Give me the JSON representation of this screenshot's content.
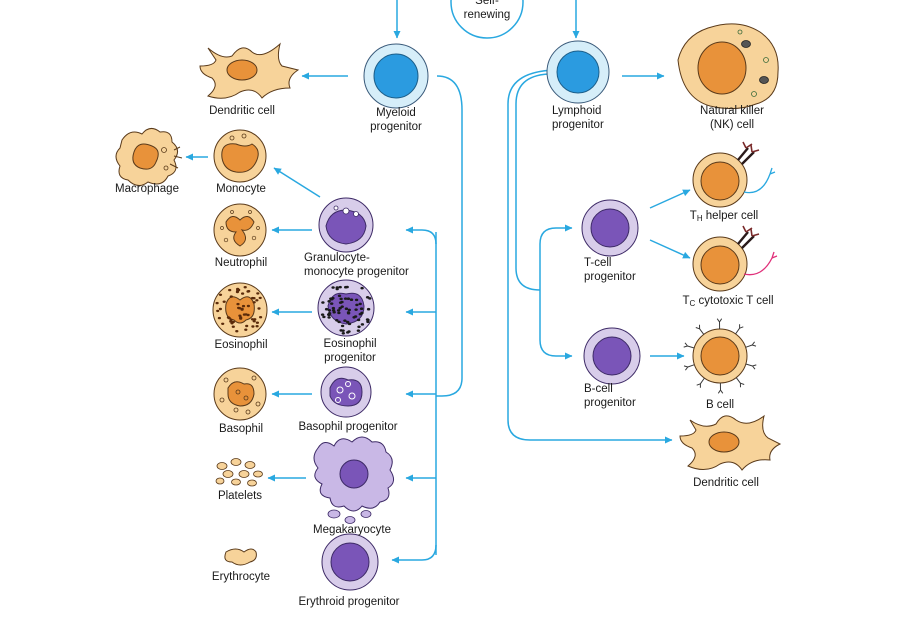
{
  "labels": {
    "self_renewing_line1": "Self-",
    "self_renewing_line2": "renewing",
    "dendritic_cell_myeloid": "Dendritic cell",
    "myeloid_progenitor_line1": "Myeloid",
    "myeloid_progenitor_line2": "progenitor",
    "macrophage": "Macrophage",
    "monocyte": "Monocyte",
    "neutrophil": "Neutrophil",
    "gm_progenitor_line1": "Granulocyte-",
    "gm_progenitor_line2": "monocyte progenitor",
    "eosinophil": "Eosinophil",
    "eosinophil_progenitor_line1": "Eosinophil",
    "eosinophil_progenitor_line2": "progenitor",
    "basophil": "Basophil",
    "basophil_progenitor": "Basophil progenitor",
    "platelets": "Platelets",
    "megakaryocyte": "Megakaryocyte",
    "erythrocyte": "Erythrocyte",
    "erythroid_progenitor": "Erythroid progenitor",
    "lymphoid_progenitor_line1": "Lymphoid",
    "lymphoid_progenitor_line2": "progenitor",
    "nk_cell_line1": "Natural killer",
    "nk_cell_line2": "(NK) cell",
    "tcell_progenitor_line1": "T-cell",
    "tcell_progenitor_line2": "progenitor",
    "th_prefix": "T",
    "th_sub": "H",
    "th_suffix": " helper cell",
    "tc_prefix": "T",
    "tc_sub": "C",
    "tc_suffix": " cytotoxic T cell",
    "bcell_progenitor_line1": "B-cell",
    "bcell_progenitor_line2": "progenitor",
    "b_cell": "B cell",
    "dendritic_cell_lymphoid": "Dendritic cell"
  },
  "colors": {
    "arrow": "#29a8e0",
    "stem_cell_fill": "#2b9be0",
    "stem_cell_halo": "#cfeaf8",
    "progenitor_fill": "#7a55b8",
    "progenitor_halo": "#d8cdea",
    "mature_cytoplasm": "#f7d39a",
    "mature_nucleus": "#e8923a",
    "outline": "#5a3a1a"
  }
}
